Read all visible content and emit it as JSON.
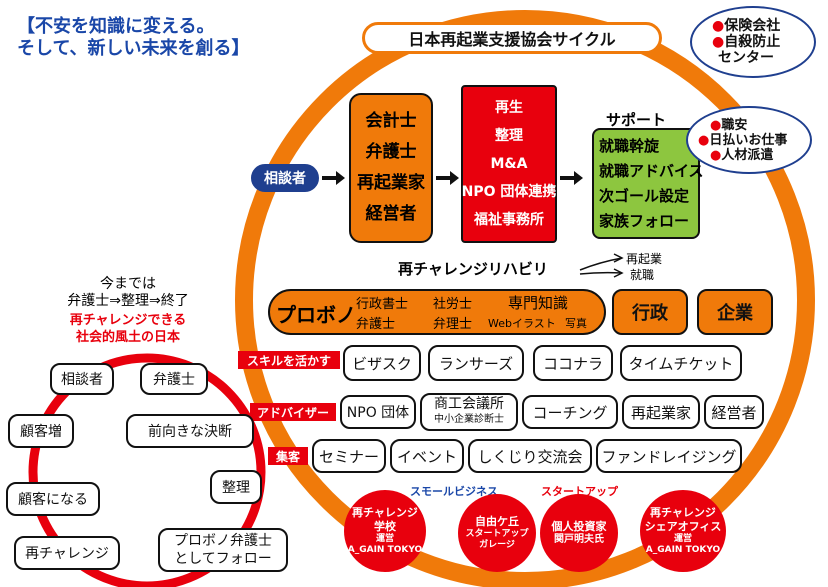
{
  "headline": {
    "line1": "【不安を知識に変える。",
    "line2": "そして、新しい未来を創る】"
  },
  "cycle_title": "日本再起業支援協会サイクル",
  "top_right_ellipse": {
    "items": [
      "保険会社",
      "自殺防止",
      "センター"
    ]
  },
  "consult_button": "相談者",
  "column_professionals": [
    "会計士",
    "弁護士",
    "再起業家",
    "経営者"
  ],
  "column_services": [
    "再生",
    "整理",
    "M&A",
    "NPO 団体連携",
    "福祉事務所"
  ],
  "support": {
    "heading": "サポート",
    "items": [
      "就職幹旋",
      "就職アドバイス",
      "次ゴール設定",
      "家族フォロー"
    ]
  },
  "jobs_ellipse": {
    "items": [
      "職安",
      "日払いお仕事",
      "人材派遣"
    ]
  },
  "rechallenge": {
    "title": "再チャレンジリハビリ",
    "out1": "再起業",
    "out2": "就職"
  },
  "probono": {
    "label": "プロボノ",
    "items": [
      "行政書士",
      "社労士",
      "専門知識",
      "弁護士",
      "弁理士",
      "Webイラスト",
      "写真"
    ],
    "gyosei": "行政",
    "kigyo": "企業"
  },
  "skills": {
    "label": "スキルを活かす",
    "items": [
      "ビザスク",
      "ランサーズ",
      "ココナラ",
      "タイムチケット"
    ]
  },
  "advisor": {
    "label": "アドバイザー",
    "items": [
      "NPO 団体",
      "商工会議所",
      "中小企業診断士",
      "コーチング",
      "再起業家",
      "経営者"
    ]
  },
  "shukyaku": {
    "label": "集客",
    "items": [
      "セミナー",
      "イベント",
      "しくじり交流会",
      "ファンドレイジング"
    ]
  },
  "bottom_labels": {
    "small_biz": "スモールビジネス",
    "startup": "スタートアップ"
  },
  "bottom_circles": [
    {
      "lines": [
        "再チャレンジ",
        "学校",
        "運営",
        "A_GAIN TOKYO"
      ]
    },
    {
      "lines": [
        "自由ケ丘",
        "スタートアップ",
        "ガレージ"
      ]
    },
    {
      "lines": [
        "個人投資家",
        "関戸明夫氏"
      ]
    },
    {
      "lines": [
        "再チャレンジ",
        "シェアオフィス",
        "運営",
        "A_GAIN TOKYO"
      ]
    }
  ],
  "left_text": {
    "line1": "今までは",
    "line2": "弁護士⇒整理⇒終了",
    "line3": "再チャレンジできる",
    "line4": "社会的風土の日本"
  },
  "left_cycle": [
    "相談者",
    "弁護士",
    "前向きな決断",
    "整理",
    "プロボノ弁護士",
    "としてフォロー",
    "再チャレンジ",
    "顧客になる",
    "顧客増"
  ],
  "colors": {
    "orange": "#f07a0a",
    "red": "#e8000d",
    "green": "#8dc63f",
    "navy": "#1f3f8f"
  }
}
